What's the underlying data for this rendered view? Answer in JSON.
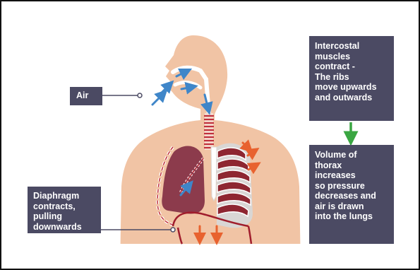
{
  "labels": {
    "air": [
      "Air"
    ],
    "diaphragm": [
      "Diaphragm",
      "contracts,",
      "pulling",
      "downwards"
    ],
    "intercostal": [
      "Intercostal",
      "muscles",
      "contract -",
      "The ribs",
      "move upwards",
      "and outwards"
    ],
    "volume": [
      "Volume of",
      "thorax",
      "increases",
      "so pressure",
      "decreases and",
      "air is drawn",
      "into the lungs"
    ]
  },
  "colors": {
    "skin": "#f1c4a5",
    "lung": "#8c3b4c",
    "rib": "#8e2631",
    "label_bg": "#4b4a63",
    "air_arrow": "#3f86c9",
    "pressure_arrow": "#e8622f",
    "flow_arrow": "#3aa642"
  }
}
